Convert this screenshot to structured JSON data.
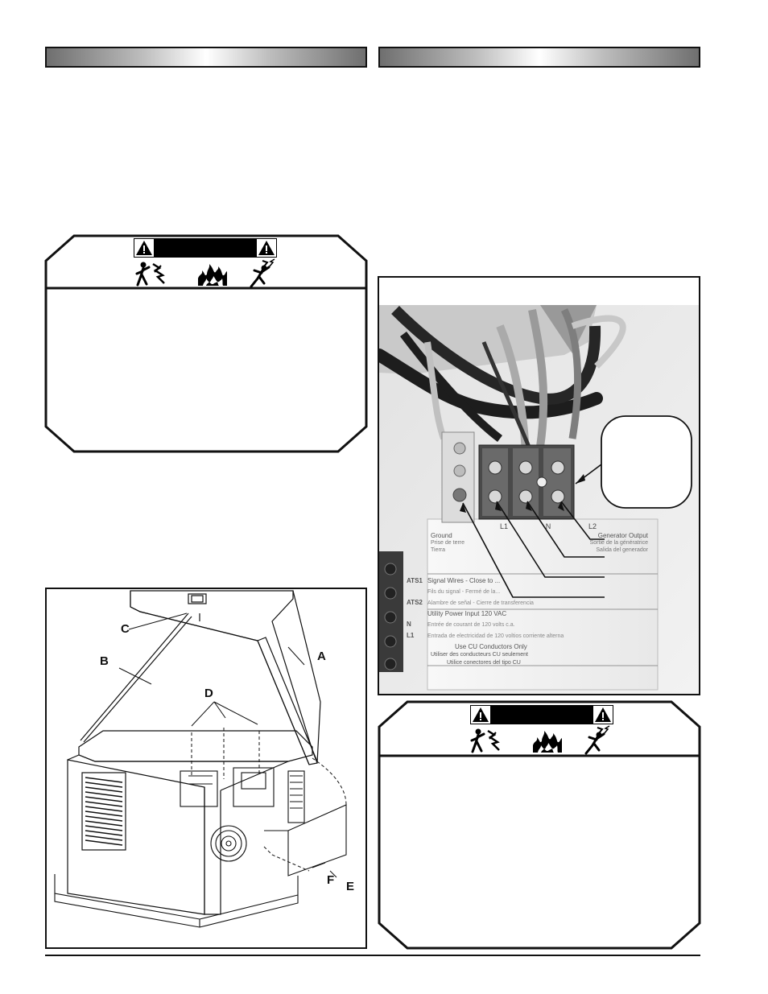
{
  "figure_left": {
    "callouts": [
      "A",
      "B",
      "C",
      "D",
      "E",
      "F"
    ]
  },
  "figure_right": {
    "terminal_labels": [
      "L1",
      "N",
      "L2"
    ],
    "terminal_descriptions": [
      "Ground",
      "Generator Output"
    ],
    "terminal_descriptions_fr": [
      "Prise de terre",
      "Sortie de la génératrice"
    ],
    "terminal_descriptions_es": [
      "Tierra",
      "Salida del generador"
    ],
    "label_rows": [
      {
        "code": "ATS1",
        "text": "Signal Wires - Close to ..."
      },
      {
        "code": "",
        "text": "Fils du signal - Fermé de la..."
      },
      {
        "code": "ATS2",
        "text": "Alambre de señal - Cierre de transferencia"
      },
      {
        "code": "",
        "text": "Utility Power Input 120 VAC"
      },
      {
        "code": "N",
        "text": "Entrée de courant de 120 volts c.a."
      },
      {
        "code": "L1",
        "text": "Entrada de electricidad de 120 voltios corriente alterna"
      },
      {
        "code": "",
        "text": "Use CU Conductors Only"
      },
      {
        "code": "",
        "text": "Utiliser des conducteurs CU seulement"
      },
      {
        "code": "",
        "text": "Utilice conectores del tipo CU"
      }
    ]
  },
  "icons": {
    "alert": "warning-triangle-icon",
    "shock": "electric-shock-icon",
    "fire": "fire-hazard-icon",
    "electrocution": "electrocution-icon"
  }
}
